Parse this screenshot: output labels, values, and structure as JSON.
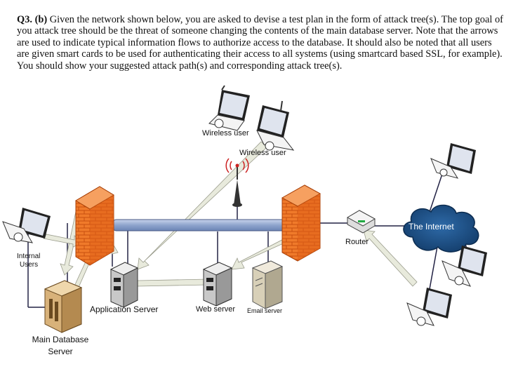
{
  "question": {
    "label": "Q3. (b)",
    "text": " Given the network shown below, you are asked to devise a test plan in the form of attack tree(s). The top goal of you attack tree should be the threat of someone changing the contents of the main database server. Note that the arrows are used to indicate typical information flows to authorize access to the database. It should also be noted that all users are given smart cards to be used for authenticating their access to all systems (using smartcard based SSL, for example). You should show your suggested attack path(s) and corresponding attack tree(s)."
  },
  "diagram": {
    "labels": {
      "wireless_user_1": "Wireless user",
      "wireless_user_2": "Wireless user",
      "internal_users_line1": "Internal",
      "internal_users_line2": "Users",
      "main_db_line1": "Main Database",
      "main_db_line2": "Server",
      "application_server": "Application Server",
      "web_server": "Web server",
      "email_server": "Email server",
      "router": "Router",
      "internet": "The Internet"
    },
    "colors": {
      "firewall": "#f07a2a",
      "backbone": "#a8b8d8",
      "cloud": "#1c4f86",
      "arrow": "#e6e8d8",
      "wire": "#222244"
    }
  }
}
